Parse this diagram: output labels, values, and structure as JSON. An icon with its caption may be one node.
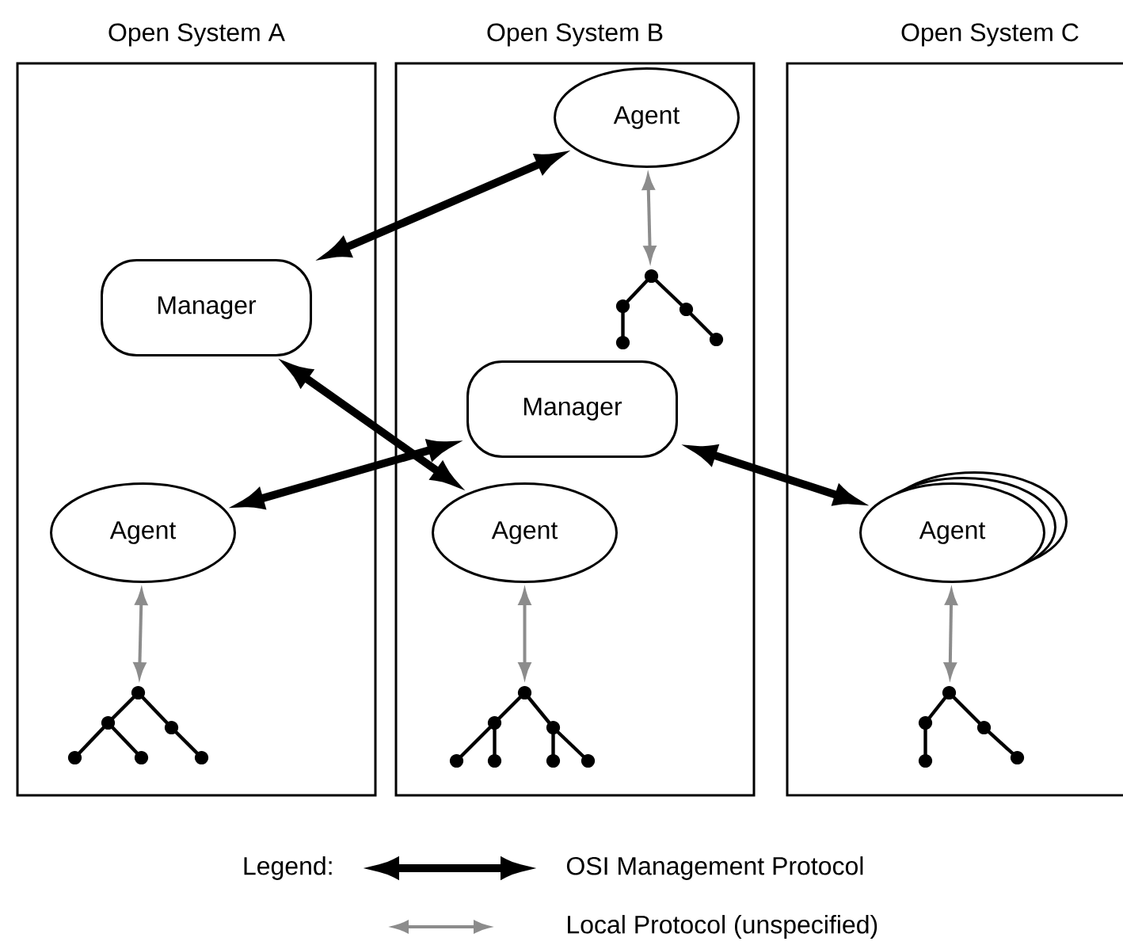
{
  "diagram": {
    "nodes": [
      {
        "text": [
          "Open System A"
        ]
      },
      {
        "text": [
          "Open System B"
        ]
      },
      {
        "text": [
          "Open System  C"
        ]
      },
      {
        "text": [
          "Manager"
        ],
        "in": 0
      },
      {
        "text": [
          "Agent"
        ],
        "in": 0
      },
      {
        "text": [],
        "shape": "tree",
        "in": 0
      },
      {
        "text": [
          "Agent"
        ],
        "in": 1
      },
      {
        "text": [],
        "shape": "tree",
        "in": 1
      },
      {
        "text": [
          "Manager"
        ],
        "in": 1
      },
      {
        "text": [
          "Agent"
        ],
        "in": 1
      },
      {
        "text": [],
        "shape": "tree",
        "in": 1
      },
      {
        "text": [
          "Agent"
        ],
        "in": 2
      },
      {
        "text": [],
        "shape": "tree",
        "in": 2
      }
    ],
    "edges": [
      {
        "from": 3,
        "to": 6,
        "arrow": "both",
        "style": "thick"
      },
      {
        "from": 3,
        "to": 9,
        "arrow": "both",
        "style": "thick"
      },
      {
        "from": 8,
        "to": 4,
        "arrow": "both",
        "style": "thick"
      },
      {
        "from": 8,
        "to": 11,
        "arrow": "both",
        "style": "thick"
      },
      {
        "from": 6,
        "to": 7,
        "arrow": "both",
        "color": "#8c8c8c"
      },
      {
        "from": 4,
        "to": 5,
        "arrow": "both",
        "color": "#8c8c8c"
      },
      {
        "from": 9,
        "to": 10,
        "arrow": "both",
        "color": "#8c8c8c"
      },
      {
        "from": 11,
        "to": 12,
        "arrow": "both",
        "color": "#8c8c8c"
      }
    ],
    "labels": [
      "Legend:"
    ],
    "legend": [
      {
        "text": "OSI Management Protocol"
      },
      {
        "text": "Local Protocol (unspecified)"
      }
    ]
  }
}
